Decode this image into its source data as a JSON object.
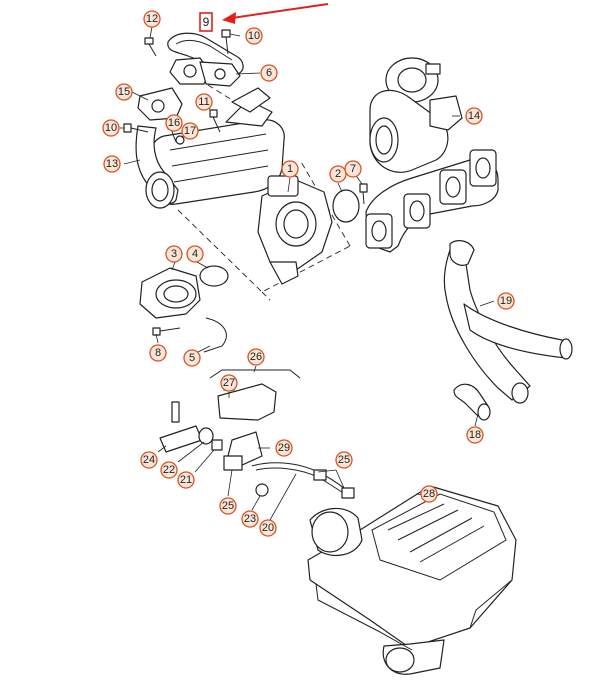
{
  "callouts": [
    {
      "id": "c12",
      "label": "12"
    },
    {
      "id": "c10a",
      "label": "10"
    },
    {
      "id": "c6",
      "label": "6"
    },
    {
      "id": "c15",
      "label": "15"
    },
    {
      "id": "c11",
      "label": "11"
    },
    {
      "id": "c16",
      "label": "16"
    },
    {
      "id": "c17",
      "label": "17"
    },
    {
      "id": "c10b",
      "label": "10"
    },
    {
      "id": "c13",
      "label": "13"
    },
    {
      "id": "c14",
      "label": "14"
    },
    {
      "id": "c1",
      "label": "1"
    },
    {
      "id": "c2",
      "label": "2"
    },
    {
      "id": "c7",
      "label": "7"
    },
    {
      "id": "c3",
      "label": "3"
    },
    {
      "id": "c4",
      "label": "4"
    },
    {
      "id": "c19",
      "label": "19"
    },
    {
      "id": "c8",
      "label": "8"
    },
    {
      "id": "c5",
      "label": "5"
    },
    {
      "id": "c26",
      "label": "26"
    },
    {
      "id": "c27",
      "label": "27"
    },
    {
      "id": "c18",
      "label": "18"
    },
    {
      "id": "c24",
      "label": "24"
    },
    {
      "id": "c22",
      "label": "22"
    },
    {
      "id": "c21",
      "label": "21"
    },
    {
      "id": "c29",
      "label": "29"
    },
    {
      "id": "c25a",
      "label": "25"
    },
    {
      "id": "c25b",
      "label": "25"
    },
    {
      "id": "c28",
      "label": "28"
    },
    {
      "id": "c23",
      "label": "23"
    },
    {
      "id": "c20",
      "label": "20"
    }
  ],
  "highlight": {
    "label": "9"
  },
  "colors": {
    "callout_stroke": "#d9531e",
    "callout_fill": "#fbe6d9",
    "highlight": "#e0221b"
  }
}
